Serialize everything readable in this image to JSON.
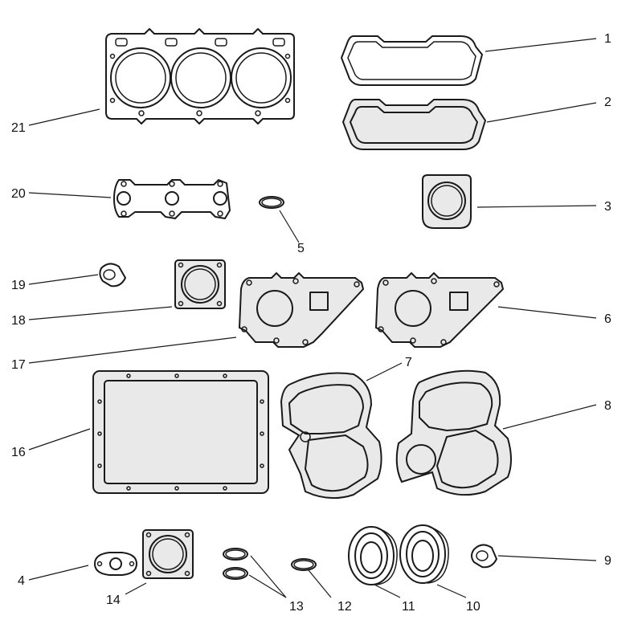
{
  "callouts": {
    "c1": "1",
    "c2": "2",
    "c3": "3",
    "c4": "4",
    "c5": "5",
    "c6": "6",
    "c7": "7",
    "c8": "8",
    "c9": "9",
    "c10": "10",
    "c11": "11",
    "c12": "12",
    "c13": "13",
    "c14": "14",
    "c16": "16",
    "c17": "17",
    "c18": "18",
    "c19": "19",
    "c20": "20",
    "c21": "21"
  },
  "colors": {
    "ink": "#1a1a1a",
    "background": "#ffffff",
    "material_fill": "#e9e9e9"
  }
}
